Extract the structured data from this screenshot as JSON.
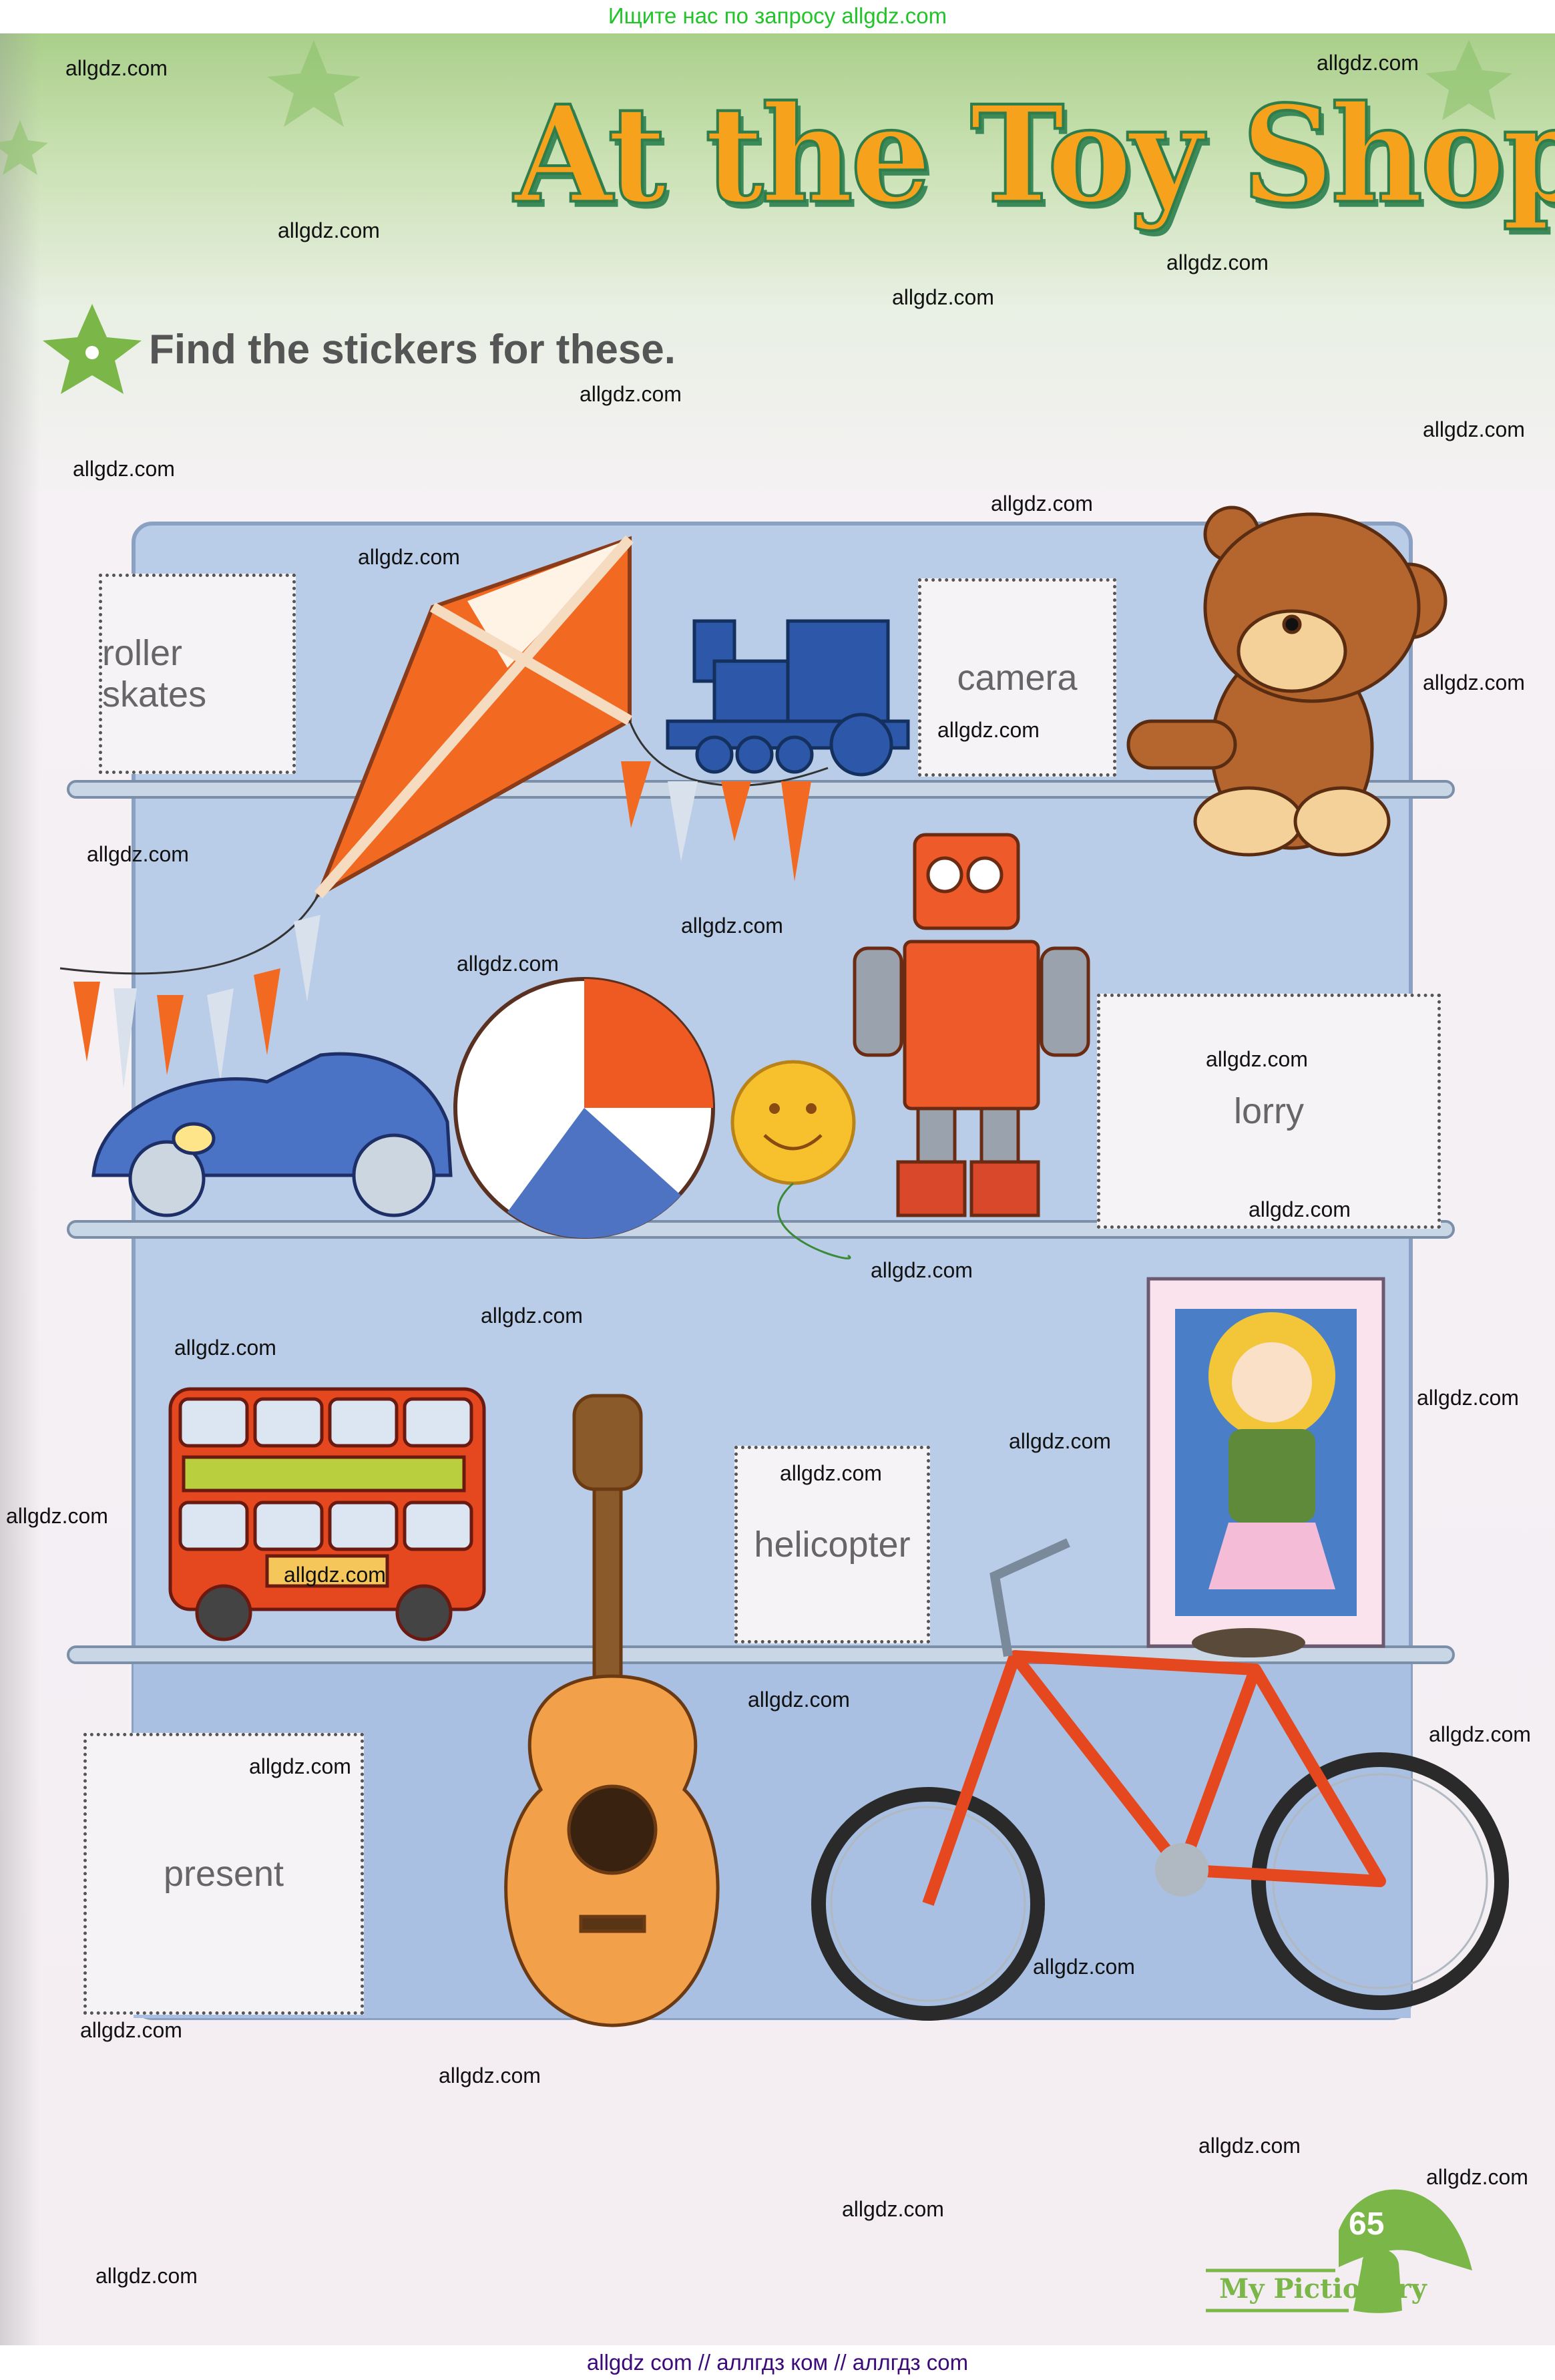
{
  "top_banner": "Ищите нас по запросу allgdz.com",
  "title": "At the Toy Shop",
  "instruction": "Find the stickers for these.",
  "stickers": {
    "roller_skates": "roller skates",
    "camera": "camera",
    "lorry": "lorry",
    "helicopter": "helicopter",
    "present": "present"
  },
  "page_number": "65",
  "brand": "My Pictionary",
  "watermark": "allgdz.com",
  "footer": "allgdz com  //  аллгдз ком  //  аллгдз com",
  "icons": [
    "star-icon",
    "kite",
    "toy-train",
    "teddy-bear",
    "toy-car",
    "beach-ball",
    "yo-yo",
    "robot",
    "double-decker-bus",
    "guitar",
    "bicycle",
    "doll-picture",
    "mushroom-logo"
  ],
  "colors": {
    "accent_green": "#7ab648",
    "title_orange": "#f6a21d",
    "shelf_blue": "#b9cde8"
  }
}
